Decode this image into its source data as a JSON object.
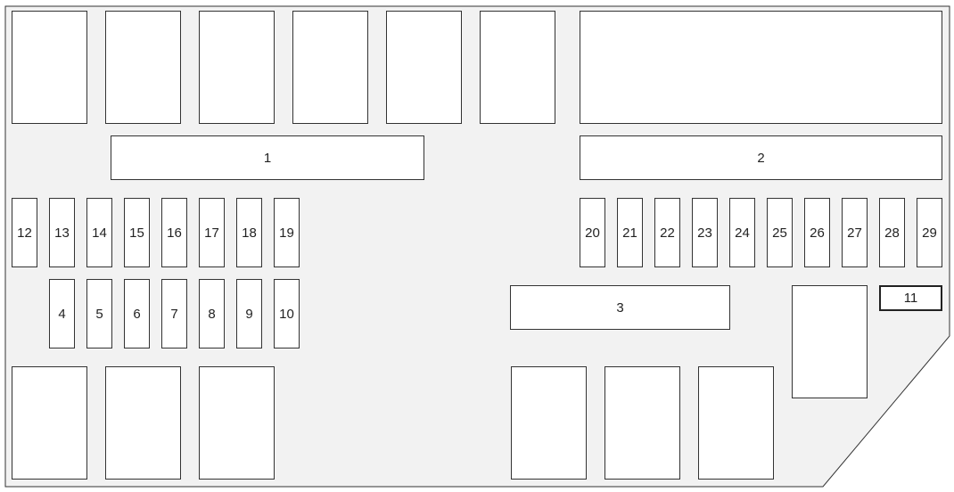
{
  "diagram": {
    "title_hidden": null,
    "colors": {
      "panel": "#f2f2f2",
      "outline": "#333333",
      "slot": "#ffffff"
    },
    "large_fuses": [
      {
        "id": "fuse-1",
        "label": "1"
      },
      {
        "id": "fuse-2",
        "label": "2"
      },
      {
        "id": "fuse-3",
        "label": "3"
      },
      {
        "id": "fuse-11",
        "label": "11"
      }
    ],
    "fuses_left_top": [
      "12",
      "13",
      "14",
      "15",
      "16",
      "17",
      "18",
      "19"
    ],
    "fuses_left_bottom": [
      "4",
      "5",
      "6",
      "7",
      "8",
      "9",
      "10"
    ],
    "fuses_right_top": [
      "20",
      "21",
      "22",
      "23",
      "24",
      "25",
      "26",
      "27",
      "28",
      "29"
    ]
  }
}
